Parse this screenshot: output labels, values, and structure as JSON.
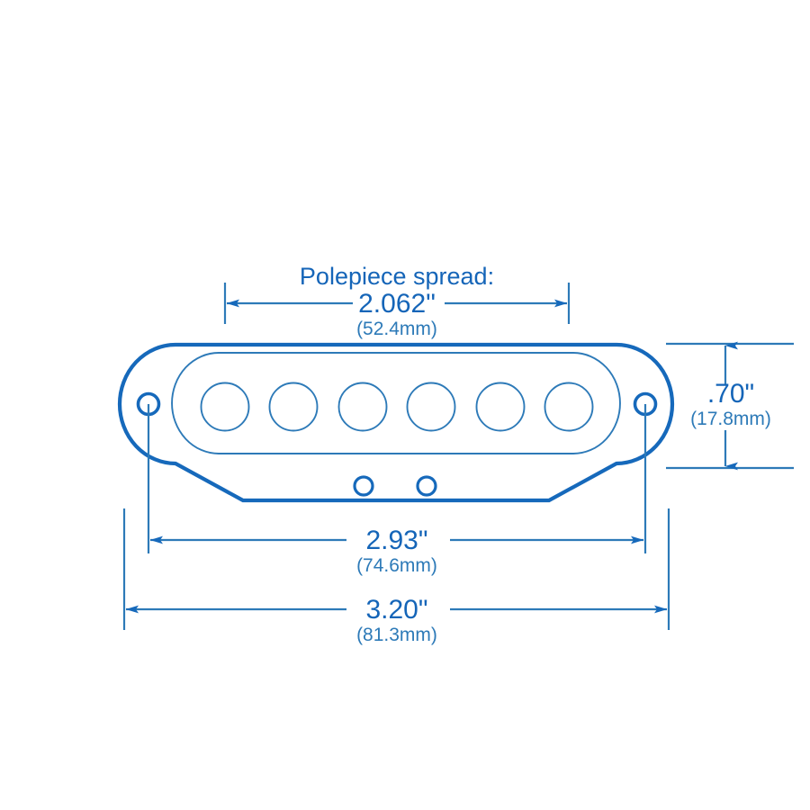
{
  "drawing": {
    "subject": "single-coil guitar pickup cover outline",
    "stroke_color_heavy": "#1669bb",
    "stroke_color_light": "#2d7ab8",
    "background_color": "#ffffff",
    "polepiece_count": 6,
    "mounting_hole_count": 2,
    "lead_hole_count": 2
  },
  "dimensions": {
    "polepiece_spread": {
      "caption": "Polepiece spread:",
      "inches": "2.062\"",
      "millimeters": "(52.4mm)"
    },
    "height": {
      "inches": ".70\"",
      "millimeters": "(17.8mm)"
    },
    "mounting_spread": {
      "inches": "2.93\"",
      "millimeters": "(74.6mm)"
    },
    "overall_width": {
      "inches": "3.20\"",
      "millimeters": "(81.3mm)"
    }
  }
}
